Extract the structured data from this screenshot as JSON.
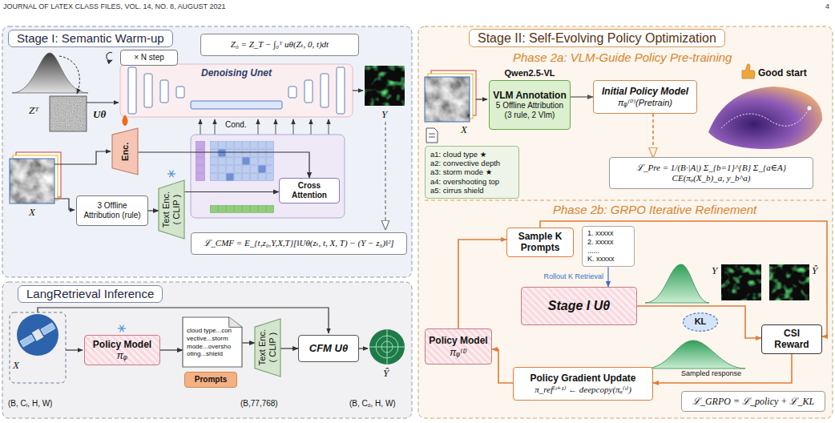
{
  "diagram": {
    "nodes": [
      {
        "text": [
          "Stage I: Semantic Warm-up"
        ]
      },
      {
        "text": [
          "× N step"
        ],
        "in": 0
      },
      {
        "text": [
          "Z₀ = Z_T − ∫₀ᵀ uθ(Zₜ, 0, t)dt"
        ],
        "in": 0
      },
      {
        "text": [
          "Denoising Unet"
        ],
        "in": 0
      },
      {
        "text": [
          "Enc."
        ],
        "in": 0
      },
      {
        "text": [
          "3 Offline Attribution (rule)"
        ],
        "in": 0
      },
      {
        "text": [
          "Text Enc. ( CLIP )"
        ],
        "in": 0
      },
      {
        "text": [
          "Cross Attention"
        ],
        "in": 0
      },
      {
        "text": [
          "ℒ_CMF = E_{t,z₀,Y,X,T}[‖Uθ(zₜ, t, X, T) − (Y − z₀)‖²]"
        ],
        "in": 0
      },
      {
        "text": [
          "LangRetrieval Inference"
        ]
      },
      {
        "text": [
          "Policy Model",
          "πᵩ"
        ],
        "in": 9
      },
      {
        "text": [
          "cloud type...convective...storm mode...overshooting...shield"
        ],
        "in": 9
      },
      {
        "text": [
          "Prompts"
        ],
        "in": 9
      },
      {
        "text": [
          "Text Enc. ( CLIP )"
        ],
        "in": 9
      },
      {
        "text": [
          "CFM Uθ"
        ],
        "in": 9
      },
      {
        "text": [
          "Stage II: Self-Evolving Policy Optimization"
        ]
      },
      {
        "text": [
          "Qwen2.5-VL",
          "VLM Annotation",
          "5 Offline Attribution (3 rule, 2 Vlm)"
        ],
        "in": 15
      },
      {
        "text": [
          "Initial Policy Model",
          "πᵩ⁽⁰⁾(Pretrain)"
        ],
        "in": 15
      },
      {
        "text": [
          "a1: cloud type ★",
          "a2: convective depth",
          "a3: storm mode ★",
          "a4: overshooting top",
          "a5: cirrus shield"
        ],
        "in": 15
      },
      {
        "text": [
          "ℒ_Pre = 1/(B·|A|) Σ_{b=1}^{B} Σ_{a∈A} CE(πᵩ(X_b)_a, y_b^a)"
        ],
        "in": 15
      },
      {
        "text": [
          "Sample K Prompts"
        ],
        "in": 15
      },
      {
        "text": [
          "1. xxxxx",
          "2. xxxxx",
          "......",
          "K. xxxxx"
        ],
        "in": 15
      },
      {
        "text": [
          "Stage I Uθ"
        ],
        "in": 15
      },
      {
        "text": [
          "KL"
        ],
        "in": 15
      },
      {
        "text": [
          "CSI Reward"
        ],
        "in": 15
      },
      {
        "text": [
          "Policy Model",
          "πᵩ⁽ᵗ⁾"
        ],
        "in": 15
      },
      {
        "text": [
          "Policy Gradient Update",
          "π_ref⁽ᵗ⁺¹⁾ ← deepcopy(πᵩ⁽ᵗ⁾)"
        ],
        "in": 15
      },
      {
        "text": [
          "ℒ_GRPO = ℒ_policy + ℒ_KL"
        ],
        "in": 15
      }
    ],
    "edges": [
      {
        "from": 5,
        "to": 6,
        "arrow": "to"
      },
      {
        "from": 6,
        "to": 7,
        "arrow": "to"
      },
      {
        "from": 4,
        "to": 7,
        "arrow": "to"
      },
      {
        "from": 10,
        "to": 11,
        "arrow": "to"
      },
      {
        "from": 11,
        "to": 13,
        "arrow": "to"
      },
      {
        "from": 13,
        "to": 14,
        "arrow": "to"
      },
      {
        "from": 16,
        "to": 17,
        "arrow": "to"
      },
      {
        "from": 17,
        "to": 19,
        "arrow": "to"
      },
      {
        "from": 25,
        "to": 20,
        "arrow": "to"
      },
      {
        "from": 21,
        "to": 22,
        "label": "Rollout K Retrieval",
        "arrow": "to"
      },
      {
        "from": 20,
        "to": 24,
        "arrow": "to"
      },
      {
        "from": 22,
        "to": 24,
        "arrow": "to"
      },
      {
        "from": 24,
        "to": 26,
        "arrow": "to"
      },
      {
        "from": 26,
        "to": 25,
        "arrow": "to"
      }
    ],
    "labels": [
      "JOURNAL OF LATEX CLASS FILES, VOL. 14, NO. 8, AUGUST 2021",
      "4",
      "Zᵀ",
      "Uθ",
      "Cond.",
      "Y",
      "X",
      "X",
      "(B, Cᵢ, H, W)",
      "(B,77,768)",
      "Ŷ",
      "(B, Cₒ, H, W)",
      "Phase 2a: VLM-Guide Policy Pre-training",
      "X",
      "Good start",
      "Phase 2b: GRPO Iterative Refinement",
      "Sampled response",
      "Y",
      "Ŷ"
    ]
  }
}
